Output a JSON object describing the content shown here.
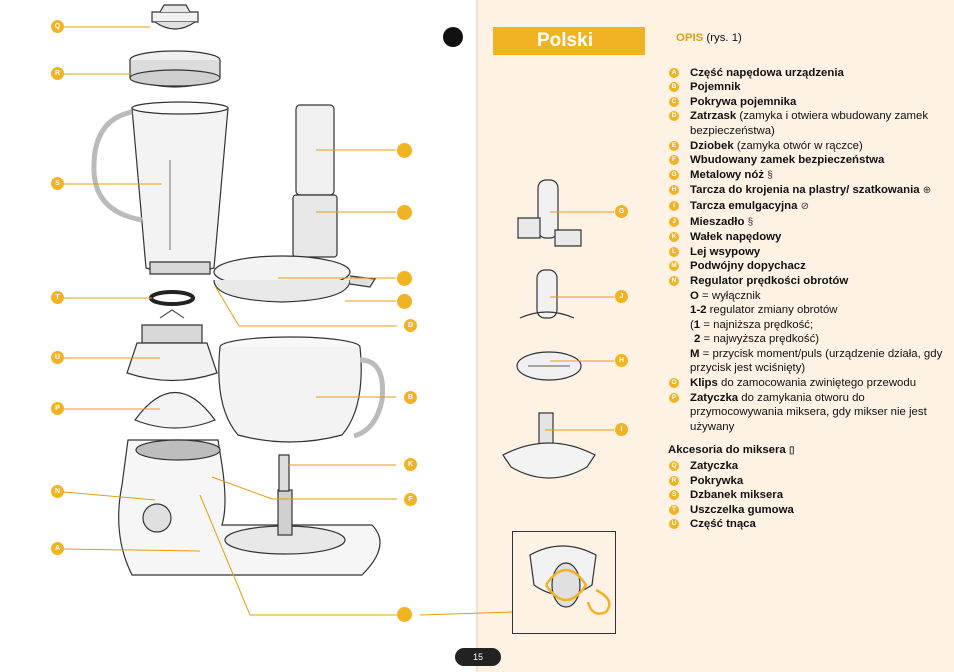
{
  "page": {
    "section_title": "Polski",
    "page_number": "15"
  },
  "opis": {
    "label": "OPIS",
    "ref": "(rys. 1)"
  },
  "parts": [
    {
      "letter": "A",
      "name": "Część napędowa urządzenia",
      "desc": ""
    },
    {
      "letter": "B",
      "name": "Pojemnik",
      "desc": ""
    },
    {
      "letter": "C",
      "name": "Pokrywa pojemnika",
      "desc": ""
    },
    {
      "letter": "D",
      "name": "Zatrzask",
      "desc": "(zamyka i otwiera wbudowany zamek bezpieczeństwa)"
    },
    {
      "letter": "E",
      "name": "Dziobek",
      "desc": "(zamyka otwór w rączce)"
    },
    {
      "letter": "F",
      "name": "Wbudowany zamek bezpieczeństwa",
      "desc": ""
    },
    {
      "letter": "G",
      "name": "Metalowy nóż",
      "desc": "",
      "symbol": "§"
    },
    {
      "letter": "H",
      "name": "Tarcza do krojenia na plastry/ szatkowania",
      "desc": "",
      "symbol": "⊕"
    },
    {
      "letter": "I",
      "name": "Tarcza emulgacyjna",
      "desc": "",
      "symbol": "⊘"
    },
    {
      "letter": "J",
      "name": "Mieszadło",
      "desc": "",
      "symbol": "§"
    },
    {
      "letter": "K",
      "name": "Wałek napędowy",
      "desc": ""
    },
    {
      "letter": "L",
      "name": "Lej wsypowy",
      "desc": ""
    },
    {
      "letter": "M",
      "name": "Podwójny dopychacz",
      "desc": ""
    },
    {
      "letter": "N",
      "name": "Regulator prędkości obrotów",
      "desc": ""
    },
    {
      "letter": "O",
      "name": "Klips",
      "desc": "do zamocowania zwiniętego przewodu"
    },
    {
      "letter": "P",
      "name": "Zatyczka",
      "desc": "do zamykania otworu do przymocowywania miksera, gdy mikser nie jest używany"
    }
  ],
  "speed": {
    "line1_key": "O",
    "line1_text": "= wyłącznik",
    "line2_key": "1-2",
    "line2_text": "regulator zmiany obrotów",
    "line3_pre": "(",
    "line3_key": "1",
    "line3_text": "= najniższa prędkość;",
    "line4_key": "2",
    "line4_text": "= najwyższa prędkość)",
    "line5_key": "M",
    "line5_text": "= przycisk moment/puls (urządzenie działa, gdy przycisk jest wciśnięty)"
  },
  "accessories": {
    "title": "Akcesoria do miksera",
    "symbol": "▯",
    "items": [
      {
        "letter": "Q",
        "name": "Zatyczka"
      },
      {
        "letter": "R",
        "name": "Pokrywka"
      },
      {
        "letter": "S",
        "name": "Dzbanek miksera"
      },
      {
        "letter": "T",
        "name": "Uszczelka gumowa"
      },
      {
        "letter": "U",
        "name": "Część tnąca"
      }
    ]
  },
  "diagram_callouts": {
    "left": [
      "Q",
      "R",
      "S",
      "T",
      "U",
      "P",
      "N",
      "A"
    ],
    "right": [
      "D",
      "B",
      "K",
      "F"
    ],
    "accessories": [
      "G",
      "J",
      "H",
      "I"
    ]
  },
  "colors": {
    "accent": "#f0b323",
    "right_page_bg": "#fdf2e4",
    "leader_line": "#e0a010"
  }
}
